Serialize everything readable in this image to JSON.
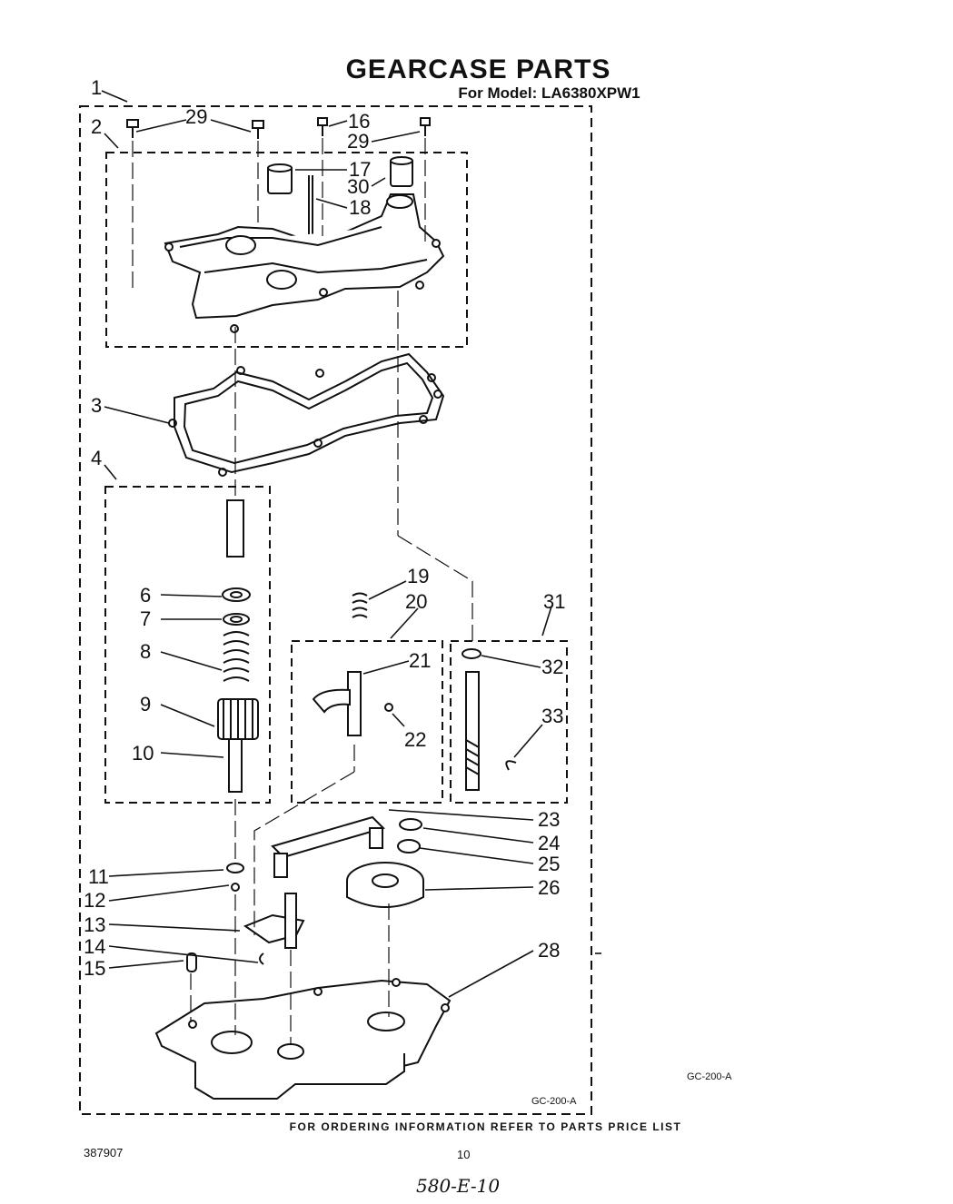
{
  "title": "GEARCASE PARTS",
  "subtitle": "For Model: LA6380XPW1",
  "footer": "FOR ORDERING INFORMATION REFER TO PARTS PRICE LIST",
  "doc_number": "387907",
  "page_number": "10",
  "figure_code": "GC-200-A",
  "figure_code_inner": "GC-200-A",
  "handwritten_code": "580-E-10",
  "callouts": [
    "1",
    "2",
    "3",
    "4",
    "6",
    "7",
    "8",
    "9",
    "10",
    "11",
    "12",
    "13",
    "14",
    "15",
    "16",
    "17",
    "18",
    "19",
    "20",
    "21",
    "22",
    "23",
    "24",
    "25",
    "26",
    "28",
    "29",
    "29",
    "30",
    "31",
    "32",
    "33"
  ]
}
